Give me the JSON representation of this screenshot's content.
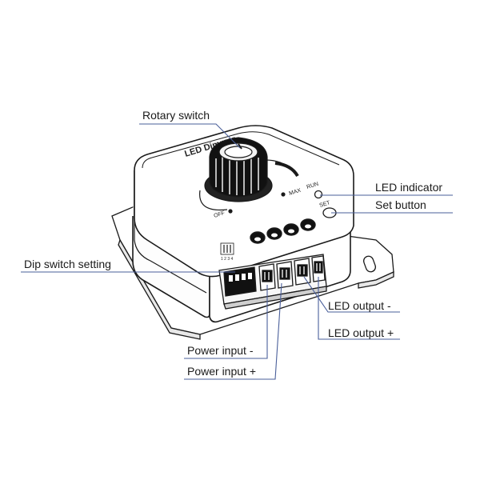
{
  "device": {
    "panel_title": "LED Dimmer",
    "off_label": "OFF",
    "max_label": "MAX",
    "run_label": "RUN",
    "set_label": "SET",
    "dip_label": "1 2 3 4"
  },
  "callouts": {
    "rotary_switch": "Rotary switch",
    "led_indicator": "LED indicator",
    "set_button": "Set button",
    "dip_switch_setting": "Dip switch setting",
    "led_output_minus": "LED output -",
    "led_output_plus": "LED output +",
    "power_input_minus": "Power input -",
    "power_input_plus": "Power input +"
  },
  "colors": {
    "outline": "#1a1a1a",
    "leader": "#4a5f9a",
    "background": "#ffffff"
  }
}
